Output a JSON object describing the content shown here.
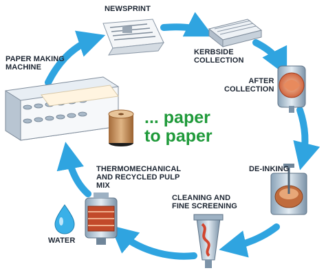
{
  "diagram": {
    "center_lines": [
      "... paper",
      "to paper"
    ],
    "stages": {
      "newsprint": "NEWSPRINT",
      "kerbside": [
        "KERBSIDE",
        "COLLECTION"
      ],
      "after_collection": [
        "AFTER",
        "COLLECTION"
      ],
      "de_inking": "DE-INKING",
      "cleaning": [
        "CLEANING AND",
        "FINE SCREENING"
      ],
      "thermo": [
        "THERMOMECHANICAL",
        "AND RECYCLED PULP",
        "MIX"
      ],
      "water": "WATER",
      "paper_machine": [
        "PAPER MAKING",
        "MACHINE"
      ]
    },
    "colors": {
      "arrow": "#2fa4e0",
      "center_text": "#1f9a3a",
      "label_text": "#1b2431"
    }
  }
}
